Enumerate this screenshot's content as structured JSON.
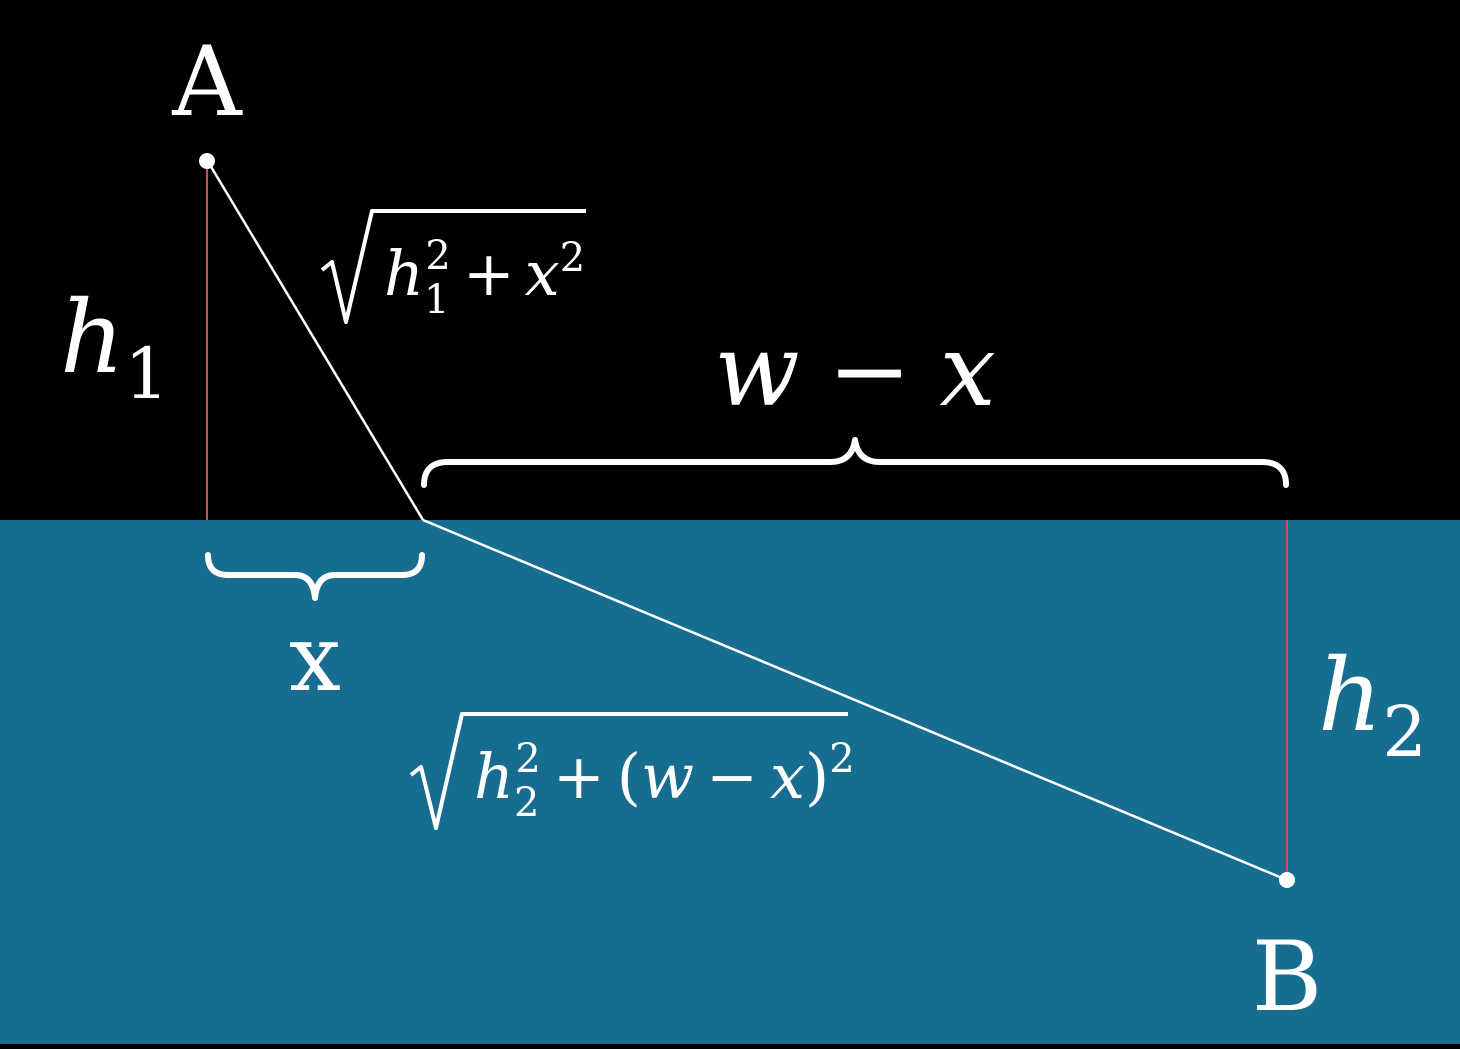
{
  "points": {
    "a_label": "A",
    "b_label": "B"
  },
  "labels": {
    "h1": {
      "var": "h",
      "sub": "1"
    },
    "h2": {
      "var": "h",
      "sub": "2"
    },
    "x": "x",
    "w_minus_x": {
      "w": "w",
      "op": "−",
      "x": "x"
    }
  },
  "formulas": {
    "upper": {
      "var": "h",
      "sub": "1",
      "sup": "2",
      "plus": "+",
      "x": "x",
      "x_sup": "2"
    },
    "lower": {
      "var": "h",
      "sub": "2",
      "sup": "2",
      "plus": "+",
      "open": "(",
      "w": "w",
      "minus": "−",
      "x": "x",
      "close": ")",
      "outer_sup": "2"
    }
  },
  "colors": {
    "air": "#000000",
    "water": "#176d8f",
    "path": "#ffffff",
    "height_lines": "#c0574a",
    "text": "#ffffff"
  }
}
